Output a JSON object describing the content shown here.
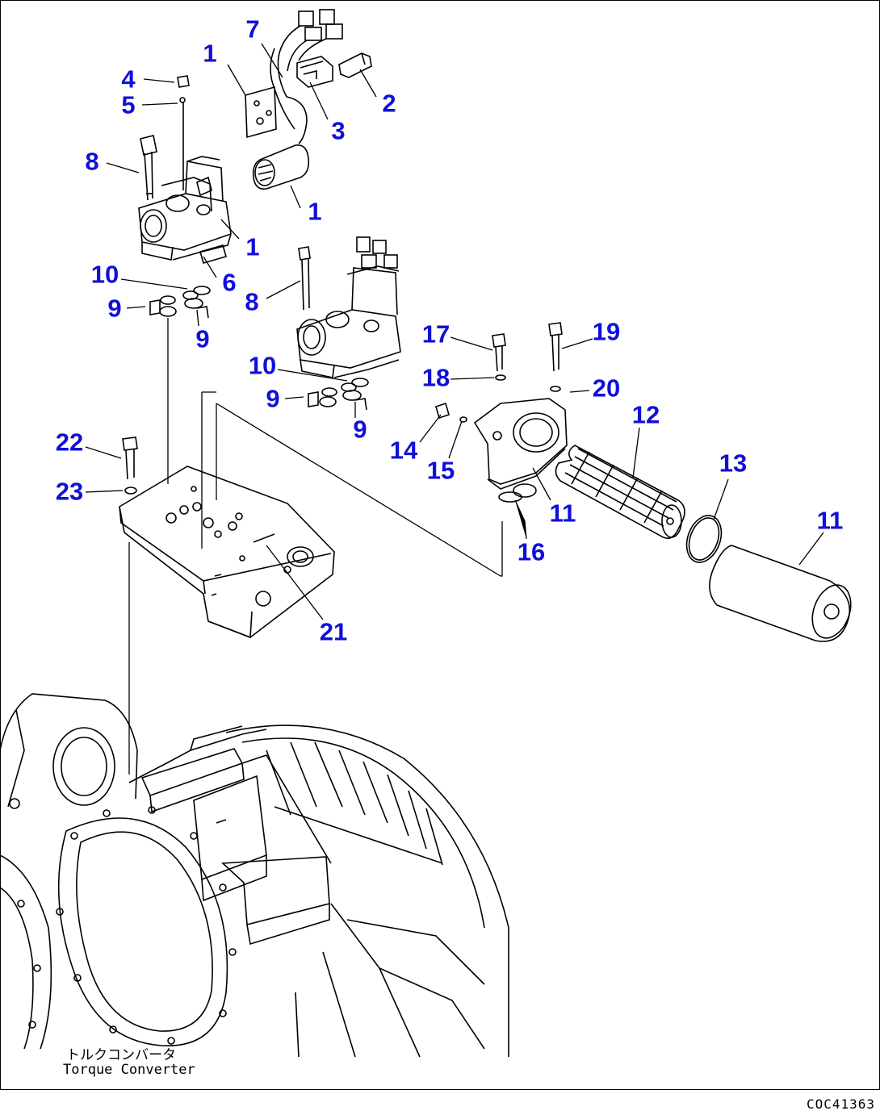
{
  "diagram": {
    "callouts": [
      "7",
      "1",
      "4",
      "5",
      "2",
      "3",
      "8",
      "1",
      "1",
      "6",
      "10",
      "9",
      "9",
      "8",
      "17",
      "19",
      "18",
      "20",
      "10",
      "9",
      "9",
      "12",
      "14",
      "22",
      "15",
      "11",
      "13",
      "11",
      "16",
      "23",
      "21"
    ],
    "caption_jp": "トルクコンバータ",
    "caption_en": "Torque Converter",
    "drawing_code": "COC41363",
    "callout_color": "#1010d8",
    "line_color": "#000000"
  }
}
